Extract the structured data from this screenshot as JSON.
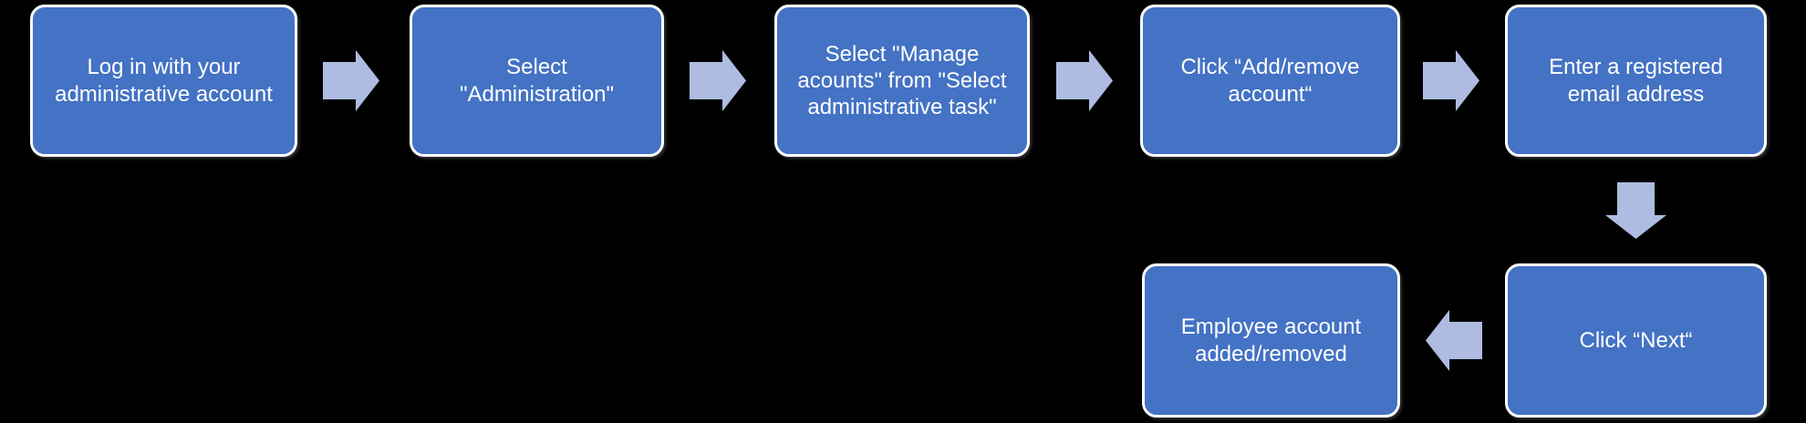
{
  "page": {
    "background": "#000000",
    "description": "Flowchart of adding/removing an employee account via the administration panel"
  },
  "colors": {
    "page_bg": "#000000",
    "box_fill": "#4472C4",
    "box_border": "#FFFFFF",
    "box_text": "#FFFFFF",
    "arrow_fill": "#AEBCE2"
  },
  "flowchart": {
    "steps": [
      {
        "name": "login",
        "label": "Log in with your\nadministrative account"
      },
      {
        "name": "select-administration",
        "label": "Select\n\"Administration\""
      },
      {
        "name": "select-manage-accounts",
        "label": "Select \"Manage\nacounts\" from \"Select\nadministrative task\""
      },
      {
        "name": "click-add-remove-account",
        "label": "Click “Add/remove\naccount“"
      },
      {
        "name": "enter-email",
        "label": "Enter a registered\nemail address"
      },
      {
        "name": "click-next",
        "label": "Click “Next“"
      },
      {
        "name": "account-added-removed",
        "label": "Employee account\nadded/removed"
      }
    ],
    "connectors": [
      {
        "from": "login",
        "to": "select-administration",
        "direction": "right"
      },
      {
        "from": "select-administration",
        "to": "select-manage-accounts",
        "direction": "right"
      },
      {
        "from": "select-manage-accounts",
        "to": "click-add-remove-account",
        "direction": "right"
      },
      {
        "from": "click-add-remove-account",
        "to": "enter-email",
        "direction": "right"
      },
      {
        "from": "enter-email",
        "to": "click-next",
        "direction": "down"
      },
      {
        "from": "click-next",
        "to": "account-added-removed",
        "direction": "left"
      }
    ]
  }
}
